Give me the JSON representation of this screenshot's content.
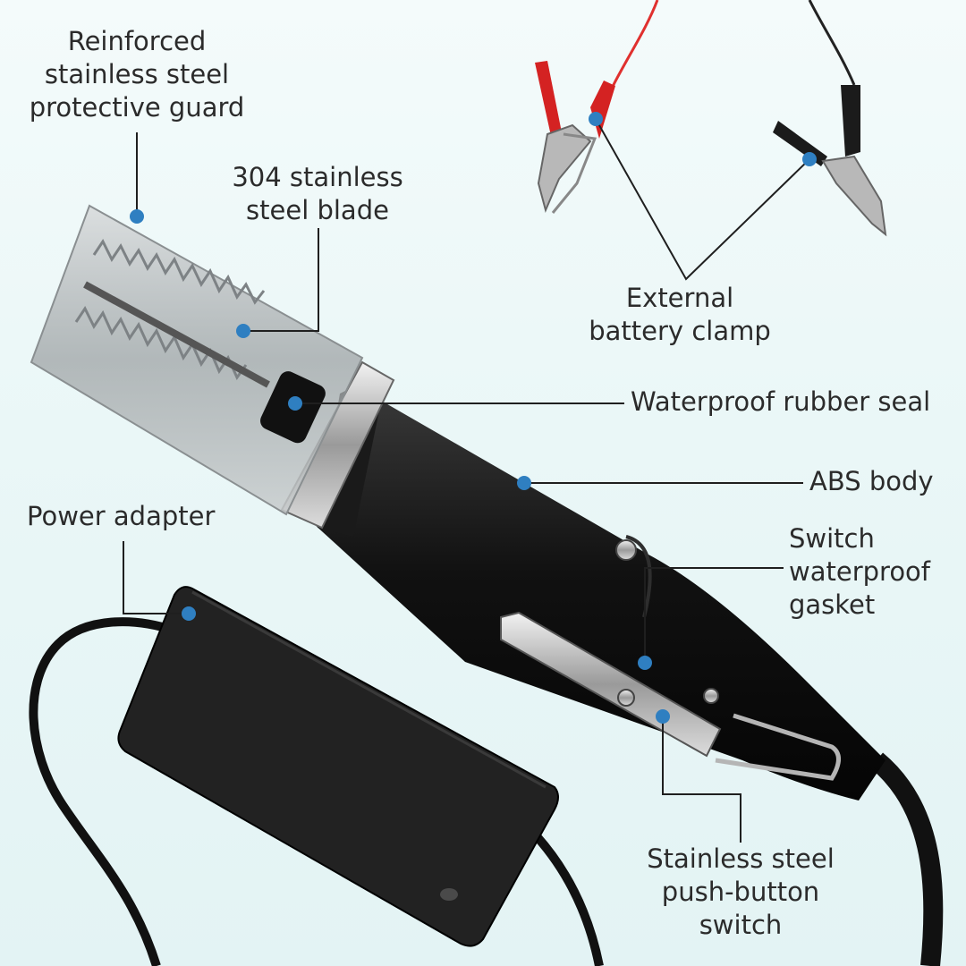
{
  "callouts": {
    "guard": [
      "Reinforced",
      "stainless steel",
      "protective guard"
    ],
    "blade": [
      "304 stainless",
      "steel blade"
    ],
    "clamp": [
      "External",
      "battery clamp"
    ],
    "seal": [
      "Waterproof rubber seal"
    ],
    "body": [
      "ABS body"
    ],
    "adapter": [
      "Power adapter"
    ],
    "gasket": [
      "Switch",
      "waterproof",
      "gasket"
    ],
    "switch": [
      "Stainless steel",
      "push-button",
      "switch"
    ]
  },
  "colors": {
    "dot": "#2f7fc1",
    "text": "#2b2b2b",
    "leader": "#1f1f1f"
  }
}
